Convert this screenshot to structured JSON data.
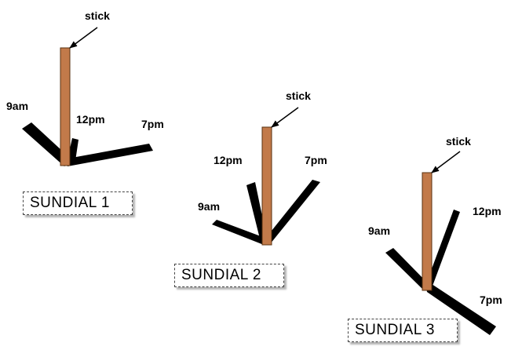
{
  "sundials": [
    {
      "caption": "SUNDIAL 1",
      "stick_label": "stick",
      "labels": {
        "morning": "9am",
        "noon": "12pm",
        "evening": "7pm"
      }
    },
    {
      "caption": "SUNDIAL 2",
      "stick_label": "stick",
      "labels": {
        "morning": "9am",
        "noon": "12pm",
        "evening": "7pm"
      }
    },
    {
      "caption": "SUNDIAL 3",
      "stick_label": "stick",
      "labels": {
        "morning": "9am",
        "noon": "12pm",
        "evening": "7pm"
      }
    }
  ],
  "colors": {
    "stick_fill": "#c27a4a",
    "stick_edge": "#5a3210",
    "shadow": "#000000",
    "arrow": "#000000"
  }
}
